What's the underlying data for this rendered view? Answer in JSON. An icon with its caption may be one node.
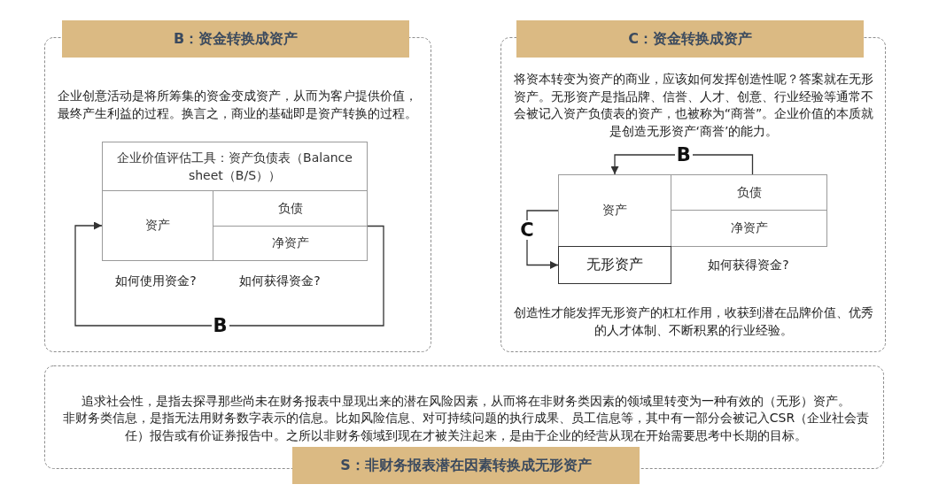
{
  "diagram": {
    "nodes": [
      {
        "text": [
          "B：资金转换成资产",
          "企业创意活动是将所筹集的资金变成资产，从而为客户提供价值，最终产生利益的过程。换言之，商业的基础即是资产转换的过程。"
        ]
      },
      {
        "text": [
          "企业价值评估工具：资产负债表（Balance sheet（B/S））"
        ],
        "in": 0
      },
      {
        "text": [
          "资产"
        ],
        "in": 1
      },
      {
        "text": [
          "负债"
        ],
        "in": 1
      },
      {
        "text": [
          "净资产"
        ],
        "in": 1
      },
      {
        "text": [
          "C：资金转换成资产",
          "将资本转变为资产的商业，应该如何发挥创造性呢？答案就在无形资产。无形资产是指品牌、信誉、人才、创意、行业经验等通常不会被记入资产负债表的资产，也被称为“商誉”。企业价值的本质就是创造无形资产‘商誉’的能力。",
          "创造性才能发挥无形资产的杠杠作用，收获到潜在品牌价值、优秀的人才体制、不断积累的行业经验。"
        ]
      },
      {
        "text": [
          "资产"
        ],
        "in": 5
      },
      {
        "text": [
          "负债"
        ],
        "in": 5
      },
      {
        "text": [
          "净资产"
        ],
        "in": 5
      },
      {
        "text": [
          "无形资产"
        ],
        "in": 5
      },
      {
        "text": [
          "追求社会性，是指去探寻那些尚未在财务报表中显现出来的潜在风险因素，从而将在非财务类因素的领域里转变为一种有效的（无形）资产。",
          "非财务类信息，是指无法用财务数字表示的信息。比如风险信息、对可持续问题的执行成果、员工信息等，其中有一部分会被记入CSR（企业社会责任）报告或有价证券报告中。之所以非财务领域到现在才被关注起来，是由于企业的经营从现在开始需要思考中长期的目标。",
          "S：非财务报表潜在因素转换成无形资产"
        ]
      }
    ],
    "edges": [
      {
        "from": 3,
        "to": 2,
        "arrow": "to",
        "label": "B"
      },
      {
        "from": 7,
        "to": 6,
        "arrow": "to",
        "label": "B"
      },
      {
        "from": 6,
        "to": 9,
        "arrow": "to",
        "label": "C"
      }
    ],
    "labels": [
      "如何使用资金?",
      "如何获得资金?",
      "如何获得资金?"
    ]
  }
}
